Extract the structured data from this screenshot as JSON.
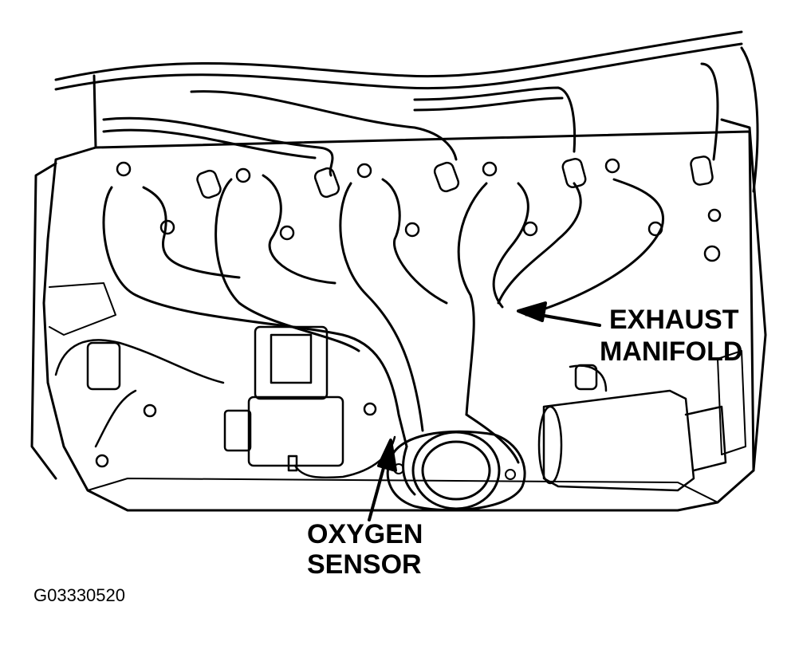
{
  "labels": {
    "exhaust_manifold": [
      "EXHAUST",
      "MANIFOLD"
    ],
    "oxygen_sensor": [
      "OXYGEN",
      "SENSOR"
    ]
  },
  "figure_id": "G03330520",
  "colors": {
    "ink": "#000000",
    "paper": "#ffffff"
  }
}
